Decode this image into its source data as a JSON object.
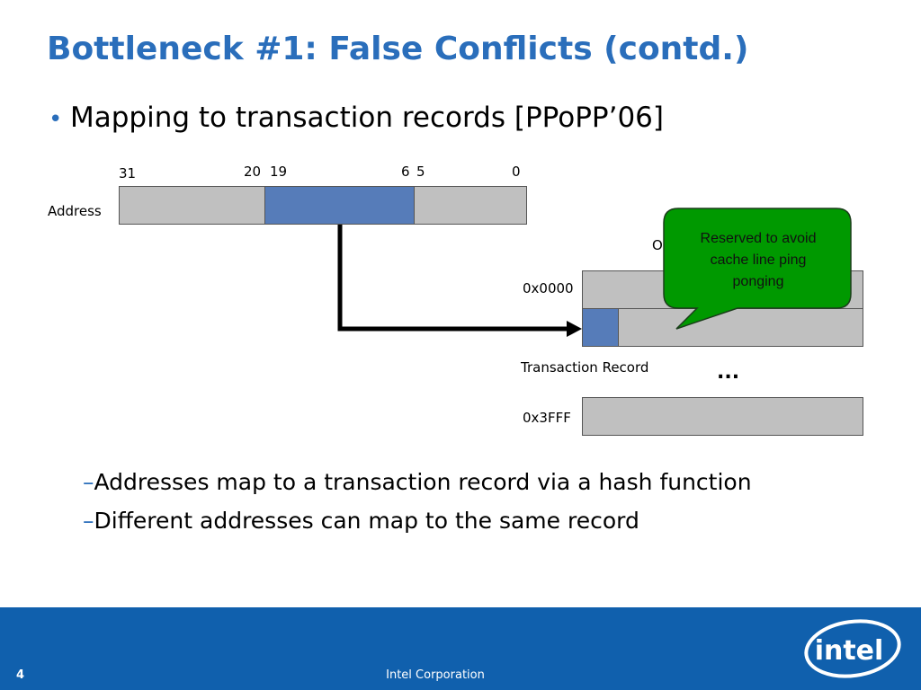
{
  "slide": {
    "title": "Bottleneck #1: False Conflicts (contd.)",
    "bullet": "Mapping to transaction records [PPoPP’06]",
    "sub_bullets": [
      "Addresses map to a transaction record via a hash function",
      "Different addresses can map to the same record"
    ]
  },
  "diagram": {
    "address_label": "Address",
    "bit_labels": [
      "31",
      "20",
      "19",
      "6",
      "5",
      "0"
    ],
    "table_top_label": "0x0000",
    "table_bottom_label": "0x3FFF",
    "record_label": "Transaction Record",
    "ellipsis": "...",
    "hidden_label_fragment": "O",
    "callout": {
      "lines": [
        "Reserved to avoid",
        "cache line ping",
        "ponging"
      ],
      "fill": "#009900"
    },
    "colors": {
      "field_gray": "#c0c0c0",
      "field_blue": "#567cb9"
    }
  },
  "footer": {
    "page_number": "4",
    "company": "Intel Corporation",
    "logo_text": "intel"
  },
  "colors": {
    "title": "#2a6ebb",
    "footer_band": "#1060ad"
  }
}
